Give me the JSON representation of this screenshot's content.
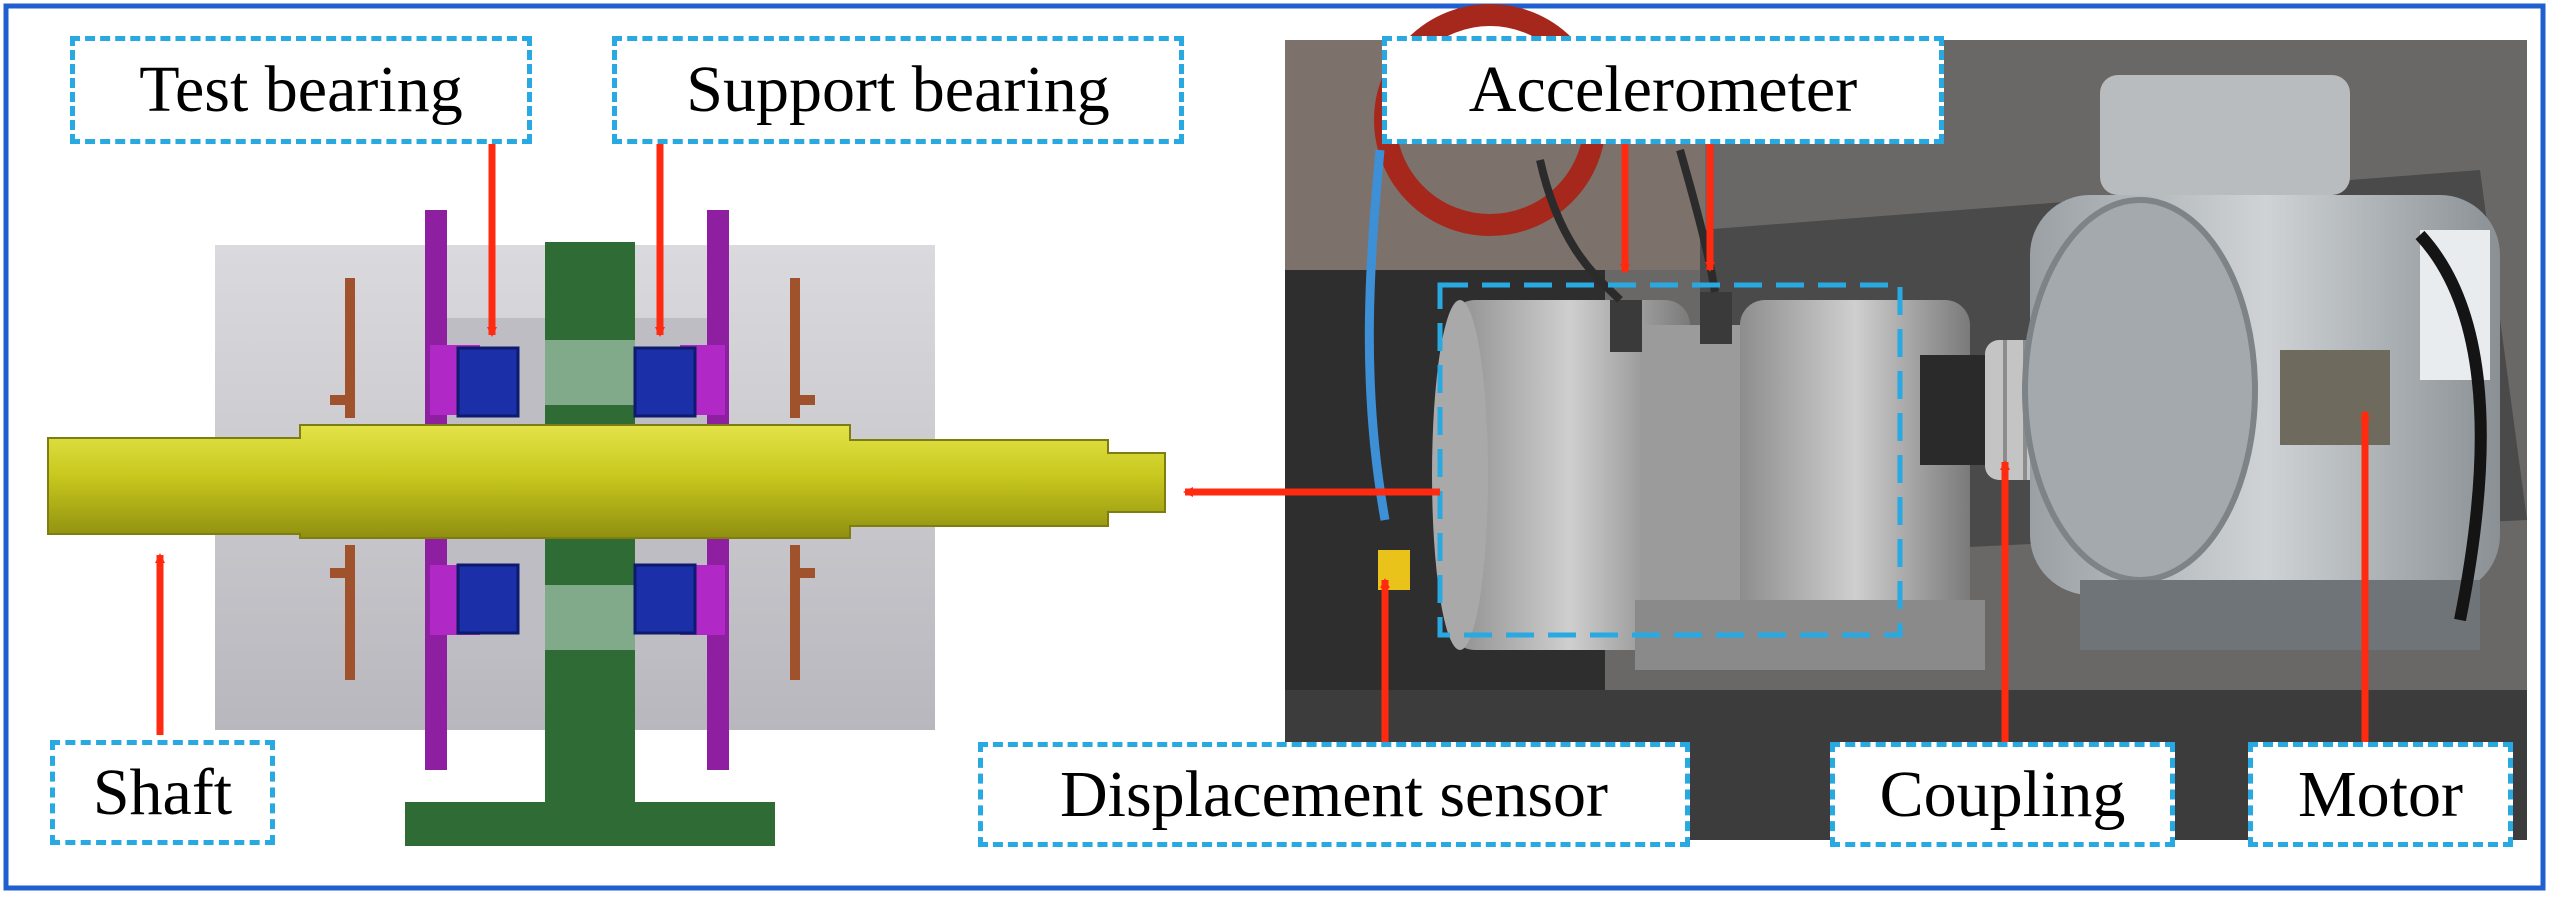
{
  "labels": {
    "test_bearing": "Test bearing",
    "support_bearing": "Support bearing",
    "accelerometer": "Accelerometer",
    "shaft": "Shaft",
    "displacement_sensor": "Displacement sensor",
    "coupling": "Coupling",
    "motor": "Motor"
  },
  "colors": {
    "frame_border": "#1f5fcf",
    "label_border": "#29a9e1",
    "arrow": "#ff2a10",
    "shaft": "#c8c81e",
    "bearing": "#1a2fa8",
    "housing": "#c9c9cf",
    "support_stand": "#2f6b35",
    "end_plate": "#8e1fa0",
    "seal_ring": "#a0522d"
  }
}
